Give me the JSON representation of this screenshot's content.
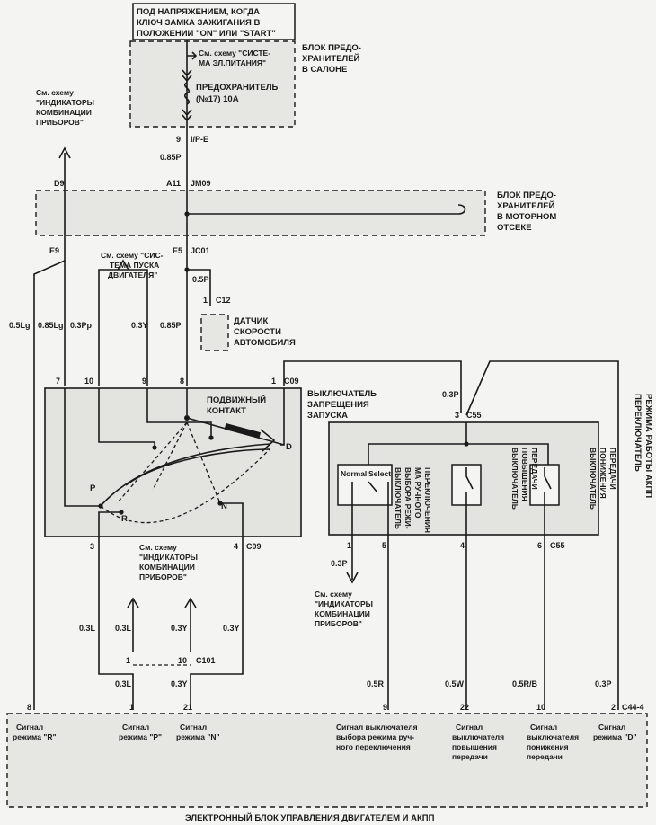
{
  "labels": {
    "power_note_1": "ПОД НАПРЯЖЕНИЕМ, КОГДА",
    "power_note_2": "КЛЮЧ ЗАМКА ЗАЖИГАНИЯ В",
    "power_note_3": "ПОЛОЖЕНИИ \"ON\" ИЛИ \"START\"",
    "cabin_fuse_1": "БЛОК ПРЕДО-",
    "cabin_fuse_2": "ХРАНИТЕЛЕЙ",
    "cabin_fuse_3": "В САЛОНЕ",
    "power_ref_1": "См. схему \"СИСТЕ-",
    "power_ref_2": "МА ЭЛ.ПИТАНИЯ\"",
    "fuse_1": "ПРЕДОХРАНИТЕЛЬ",
    "fuse_2": "(№17) 10А",
    "ipe_pin": "9",
    "ipe": "I/P-E",
    "wire_085p_top": "0.85P",
    "d9": "D9",
    "a11": "A11",
    "jm09": "JM09",
    "engine_fuse_1": "БЛОК ПРЕДО-",
    "engine_fuse_2": "ХРАНИТЕЛЕЙ",
    "engine_fuse_3": "В МОТОРНОМ",
    "engine_fuse_4": "ОТСЕКЕ",
    "e9": "E9",
    "e5": "E5",
    "jc01": "JC01",
    "cluster_ref_top_1": "См. схему",
    "cluster_ref_top_2": "\"ИНДИКАТОРЫ",
    "cluster_ref_top_3": "КОМБИНАЦИИ",
    "cluster_ref_top_4": "ПРИБОРОВ\"",
    "start_ref_1": "См. схему \"СИС-",
    "start_ref_2": "ТЕМА ПУСКА",
    "start_ref_3": "ДВИГАТЕЛЯ\"",
    "wire_05p": "0.5P",
    "c12_pin": "1",
    "c12": "C12",
    "speed_1": "ДАТЧИК",
    "speed_2": "СКОРОСТИ",
    "speed_3": "АВТОМОБИЛЯ",
    "wire_05lg": "0.5Lg",
    "wire_085lg": "0.85Lg",
    "wire_03pp": "0.3Pp",
    "wire_03y_mid": "0.3Y",
    "wire_085p_mid": "0.85P",
    "pin_7": "7",
    "pin_10": "10",
    "pin_9": "9",
    "pin_8": "8",
    "pin_1_c09": "1",
    "c09_top": "C09",
    "inhibitor_1": "ВЫКЛЮЧАТЕЛЬ",
    "inhibitor_2": "ЗАПРЕЩЕНИЯ",
    "inhibitor_3": "ЗАПУСКА",
    "moving_1": "ПОДВИЖНЫЙ",
    "moving_2": "КОНТАКТ",
    "pos_d": "D",
    "pos_p": "P",
    "pos_r": "R",
    "pos_n": "N",
    "pin_3": "3",
    "pin_4": "4",
    "c09_bot": "C09",
    "wire_03p_right": "0.3P",
    "pin_3_c55": "3",
    "c55_top": "C55",
    "normal": "Normal",
    "select": "Select",
    "manual_sel_1": "ВЫКЛЮЧАТЕЛЬ",
    "manual_sel_2": "ВЫБОРА РЕЖИ-",
    "manual_sel_3": "МА РУЧНОГО",
    "manual_sel_4": "ПЕРЕКЛЮЧЕНИЯ",
    "up_1": "ВЫКЛЮЧАТЕЛЬ",
    "up_2": "ПОВЫШЕНИЯ",
    "up_3": "ПЕРЕДАЧИ",
    "down_1": "ВЫКЛЮЧАТЕЛЬ",
    "down_2": "ПОНИЖЕНИЯ",
    "down_3": "ПЕРЕДАЧИ",
    "mode_1": "ПЕРЕКЛЮЧАТЕЛЬ",
    "mode_2": "РЕЖИМА РАБОТЫ АКПП",
    "pin_1_c55": "1",
    "pin_5_c55": "5",
    "pin_4_c55": "4",
    "pin_6_c55": "6",
    "c55_bot": "C55",
    "wire_03p_c55": "0.3P",
    "cluster_ref_right_1": "См. схему",
    "cluster_ref_right_2": "\"ИНДИКАТОРЫ",
    "cluster_ref_right_3": "КОМБИНАЦИИ",
    "cluster_ref_right_4": "ПРИБОРОВ\"",
    "cluster_ref_bot_1": "См. схему",
    "cluster_ref_bot_2": "\"ИНДИКАТОРЫ",
    "cluster_ref_bot_3": "КОМБИНАЦИИ",
    "cluster_ref_bot_4": "ПРИБОРОВ\"",
    "wire_03l_a": "0.3L",
    "wire_03l_b": "0.3L",
    "wire_03y_a": "0.3Y",
    "wire_03y_b": "0.3Y",
    "c101_pin1": "1",
    "c101_pin10": "10",
    "c101": "C101",
    "wire_03l_c": "0.3L",
    "wire_03y_c": "0.3Y",
    "wire_05r": "0.5R",
    "wire_05w": "0.5W",
    "wire_05rb": "0.5R/B",
    "wire_03p_d": "0.3P",
    "ecu_pin_8": "8",
    "ecu_pin_1": "1",
    "ecu_pin_21": "21",
    "ecu_pin_9": "9",
    "ecu_pin_22": "22",
    "ecu_pin_10": "10",
    "ecu_pin_2": "2",
    "c44": "C44-4",
    "sig_r_1": "Сигнал",
    "sig_r_2": "режима \"R\"",
    "sig_p_1": "Сигнал",
    "sig_p_2": "режима \"P\"",
    "sig_n_1": "Сигнал",
    "sig_n_2": "режима \"N\"",
    "sig_manual_1": "Сигнал выключателя",
    "sig_manual_2": "выбора режима руч-",
    "sig_manual_3": "ного переключения",
    "sig_up_1": "Сигнал",
    "sig_up_2": "выключателя",
    "sig_up_3": "повышения",
    "sig_up_4": "передачи",
    "sig_down_1": "Сигнал",
    "sig_down_2": "выключателя",
    "sig_down_3": "понижения",
    "sig_down_4": "передачи",
    "sig_d_1": "Сигнал",
    "sig_d_2": "режима \"D\"",
    "ecu": "ЭЛЕКТРОННЫЙ БЛОК УПРАВЛЕНИЯ ДВИГАТЕЛЕМ И АКПП"
  }
}
